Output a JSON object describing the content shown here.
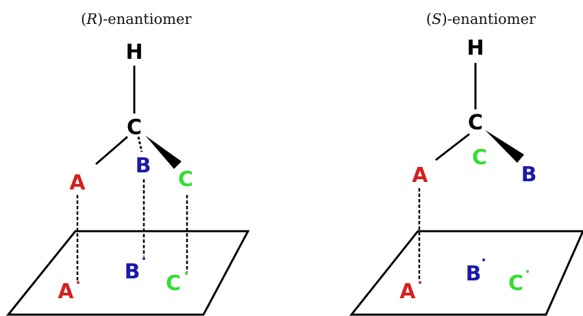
{
  "diagrams": [
    {
      "title_paren_open": "(",
      "title_config": "R",
      "title_rest": ")-enantiomer",
      "center": "C",
      "top": "H",
      "sub_left": "A",
      "sub_dash": "B",
      "sub_wedge": "C",
      "proj_left": "A",
      "proj_dash": "B",
      "proj_wedge": "C"
    },
    {
      "title_paren_open": "(",
      "title_config": "S",
      "title_rest": ")-enantiomer",
      "center": "C",
      "top": "H",
      "sub_left": "A",
      "sub_dash": "C",
      "sub_wedge": "B",
      "proj_left": "A",
      "proj_dash": "B",
      "proj_wedge": "C"
    }
  ],
  "colors": {
    "A": "#d62020",
    "B": "#1a1aa8",
    "C": "#33dd33",
    "ink": "#000000"
  }
}
